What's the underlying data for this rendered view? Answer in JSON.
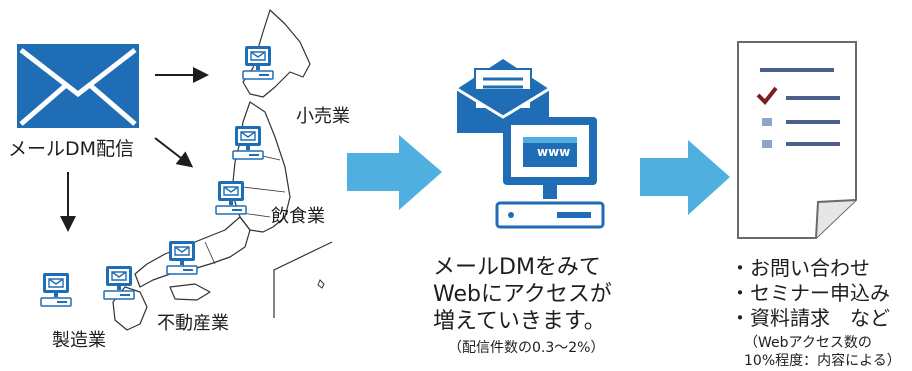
{
  "mail": {
    "label": "メールDM配信",
    "icon": "envelope-icon",
    "color": "#1f6db5"
  },
  "industries": [
    "小売業",
    "飲食業",
    "不動産業",
    "製造業"
  ],
  "web_section": {
    "lines": [
      "メールDMをみて",
      "Webにアクセスが",
      "増えていきます。"
    ],
    "note": "（配信件数の0.3～2%）",
    "screen_text": "www"
  },
  "results": {
    "items": [
      "・お問い合わせ",
      "・セミナー申込み",
      "・資料請求　など"
    ],
    "note_lines": [
      "（Webアクセス数の",
      "10%程度：内容による）"
    ]
  },
  "colors": {
    "primary_blue": "#1f6db5",
    "arrow_blue": "#4fb0e0",
    "map_line": "#333333",
    "checkmark": "#7a1f1f"
  }
}
